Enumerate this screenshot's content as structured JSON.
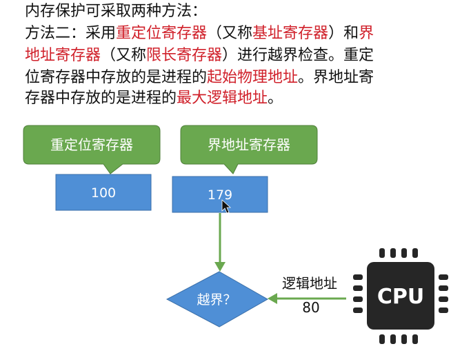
{
  "text": {
    "line1": "内存保护可采取两种方法：",
    "line2_a": "方法二：采用",
    "line2_b": "重定位寄存器",
    "line2_c": "（又称",
    "line2_d": "基址寄存器",
    "line2_e": "）和",
    "line2_f": "界",
    "line3_a": "地址寄存器",
    "line3_b": "（又称",
    "line3_c": "限长寄存器",
    "line3_d": "）进行越界检查。重定",
    "line4_a": "位寄存器中存放的是进程的",
    "line4_b": "起始物理地址",
    "line4_c": "。界地址寄",
    "line5_a": "存器中存放的是进程的",
    "line5_b": "最大逻辑地址",
    "line5_c": "。"
  },
  "diagram": {
    "relocation_label": "重定位寄存器",
    "relocation_value": "100",
    "limit_label": "界地址寄存器",
    "limit_value": "179",
    "check_label": "越界？",
    "logical_label": "逻辑地址",
    "logical_value": "80",
    "cpu_label": "CPU"
  },
  "colors": {
    "green_bubble": "#6aa84f",
    "blue_box": "#4f8fd6",
    "arrow_green": "#6aa84f",
    "red_text": "#d0202a",
    "cpu_body": "#262626"
  }
}
